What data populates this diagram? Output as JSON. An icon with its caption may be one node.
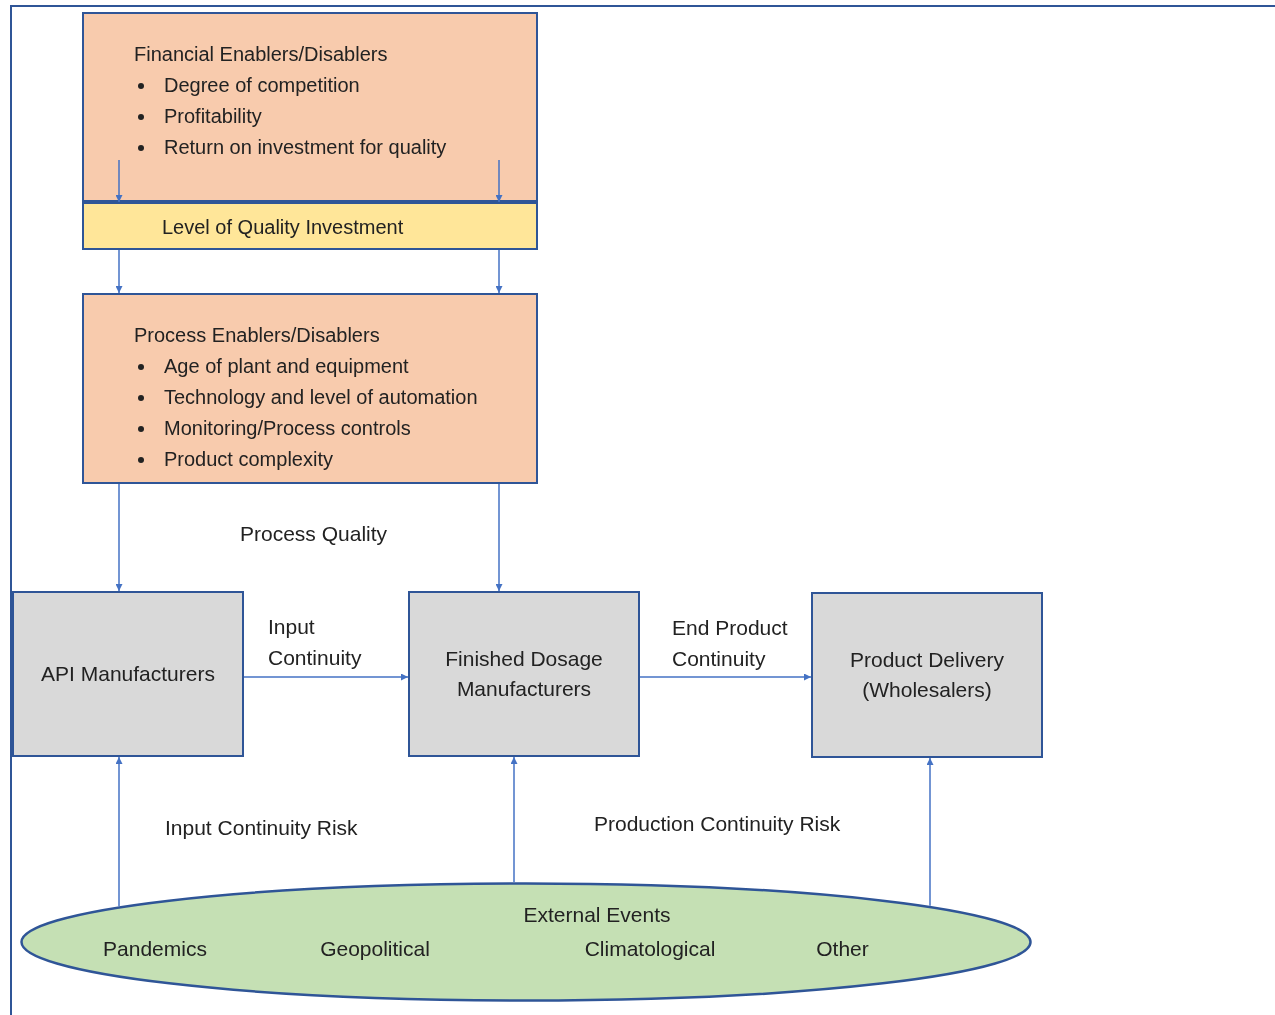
{
  "diagram": {
    "nodes": [
      {
        "text": [
          "Financial Enablers/Disablers",
          "Degree of competition",
          "Profitability",
          "Return on investment for quality"
        ]
      },
      {
        "text": [
          "Level of Quality Investment"
        ]
      },
      {
        "text": [
          "Process Enablers/Disablers",
          "Age of plant and equipment",
          "Technology and level of automation",
          "Monitoring/Process controls",
          "Product complexity"
        ]
      },
      {
        "text": [
          "API Manufacturers"
        ]
      },
      {
        "text": [
          "Finished Dosage Manufacturers"
        ]
      },
      {
        "text": [
          "Product Delivery (Wholesalers)"
        ]
      },
      {
        "text": [
          "External Events",
          "Pandemics",
          "Geopolitical",
          "Climatological",
          "Other"
        ]
      }
    ],
    "edges": [
      {
        "from": 0,
        "to": 1,
        "arrow": "to"
      },
      {
        "from": 0,
        "to": 1,
        "arrow": "to"
      },
      {
        "from": 1,
        "to": 2,
        "arrow": "to"
      },
      {
        "from": 1,
        "to": 2,
        "arrow": "to"
      },
      {
        "from": 2,
        "to": 3,
        "arrow": "to"
      },
      {
        "from": 2,
        "to": 4,
        "arrow": "to"
      },
      {
        "from": 3,
        "to": 4,
        "arrow": "to",
        "label": "Input Continuity"
      },
      {
        "from": 4,
        "to": 5,
        "arrow": "to",
        "label": "End Product Continuity"
      },
      {
        "from": 6,
        "to": 3,
        "arrow": "to"
      },
      {
        "from": 6,
        "to": 4,
        "arrow": "to"
      },
      {
        "from": 6,
        "to": 5,
        "arrow": "to"
      }
    ],
    "labels": [
      "Process Quality",
      "Input Continuity Risk",
      "Production Continuity Risk"
    ]
  }
}
